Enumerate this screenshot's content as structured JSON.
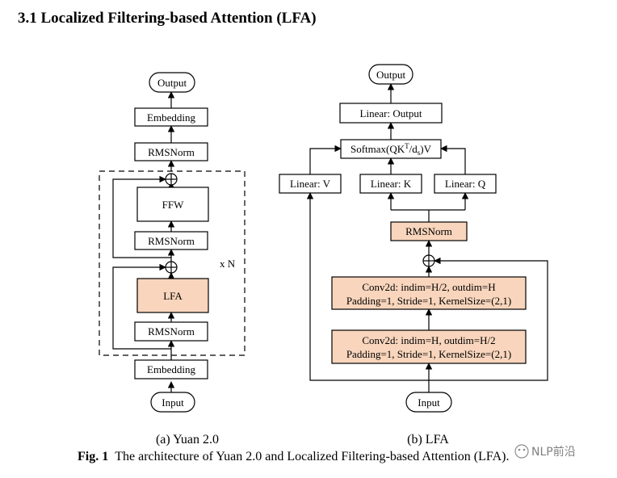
{
  "section_heading": "3.1 Localized Filtering-based Attention (LFA)",
  "diagram_a": {
    "output": "Output",
    "embedding_top": "Embedding",
    "rmsnorm_top": "RMSNorm",
    "ffw": "FFW",
    "rmsnorm_mid": "RMSNorm",
    "lfa": "LFA",
    "rmsnorm_low": "RMSNorm",
    "embedding_bottom": "Embedding",
    "input": "Input",
    "repeat_label": "x N",
    "caption": "(a) Yuan 2.0"
  },
  "diagram_b": {
    "output": "Output",
    "linear_output": "Linear: Output",
    "softmax_main": "Softmax(QK",
    "softmax_sup": "T",
    "softmax_div": "/d",
    "softmax_sub": "s",
    "softmax_end": ")V",
    "linear_v": "Linear: V",
    "linear_k": "Linear: K",
    "linear_q": "Linear: Q",
    "rmsnorm": "RMSNorm",
    "conv_top_line1": "Conv2d: indim=H/2, outdim=H",
    "conv_top_line2": "Padding=1, Stride=1, KernelSize=(2,1)",
    "conv_bottom_line1": "Conv2d: indim=H, outdim=H/2",
    "conv_bottom_line2": "Padding=1, Stride=1, KernelSize=(2,1)",
    "input": "Input",
    "caption": "(b) LFA"
  },
  "figure_caption": {
    "label": "Fig. 1",
    "text": "The architecture of Yuan 2.0 and Localized Filtering-based Attention (LFA)."
  },
  "watermark": "NLP前沿",
  "colors": {
    "highlight_fill": "#f8d5bc",
    "box_fill": "#ffffff",
    "stroke": "#000000"
  }
}
